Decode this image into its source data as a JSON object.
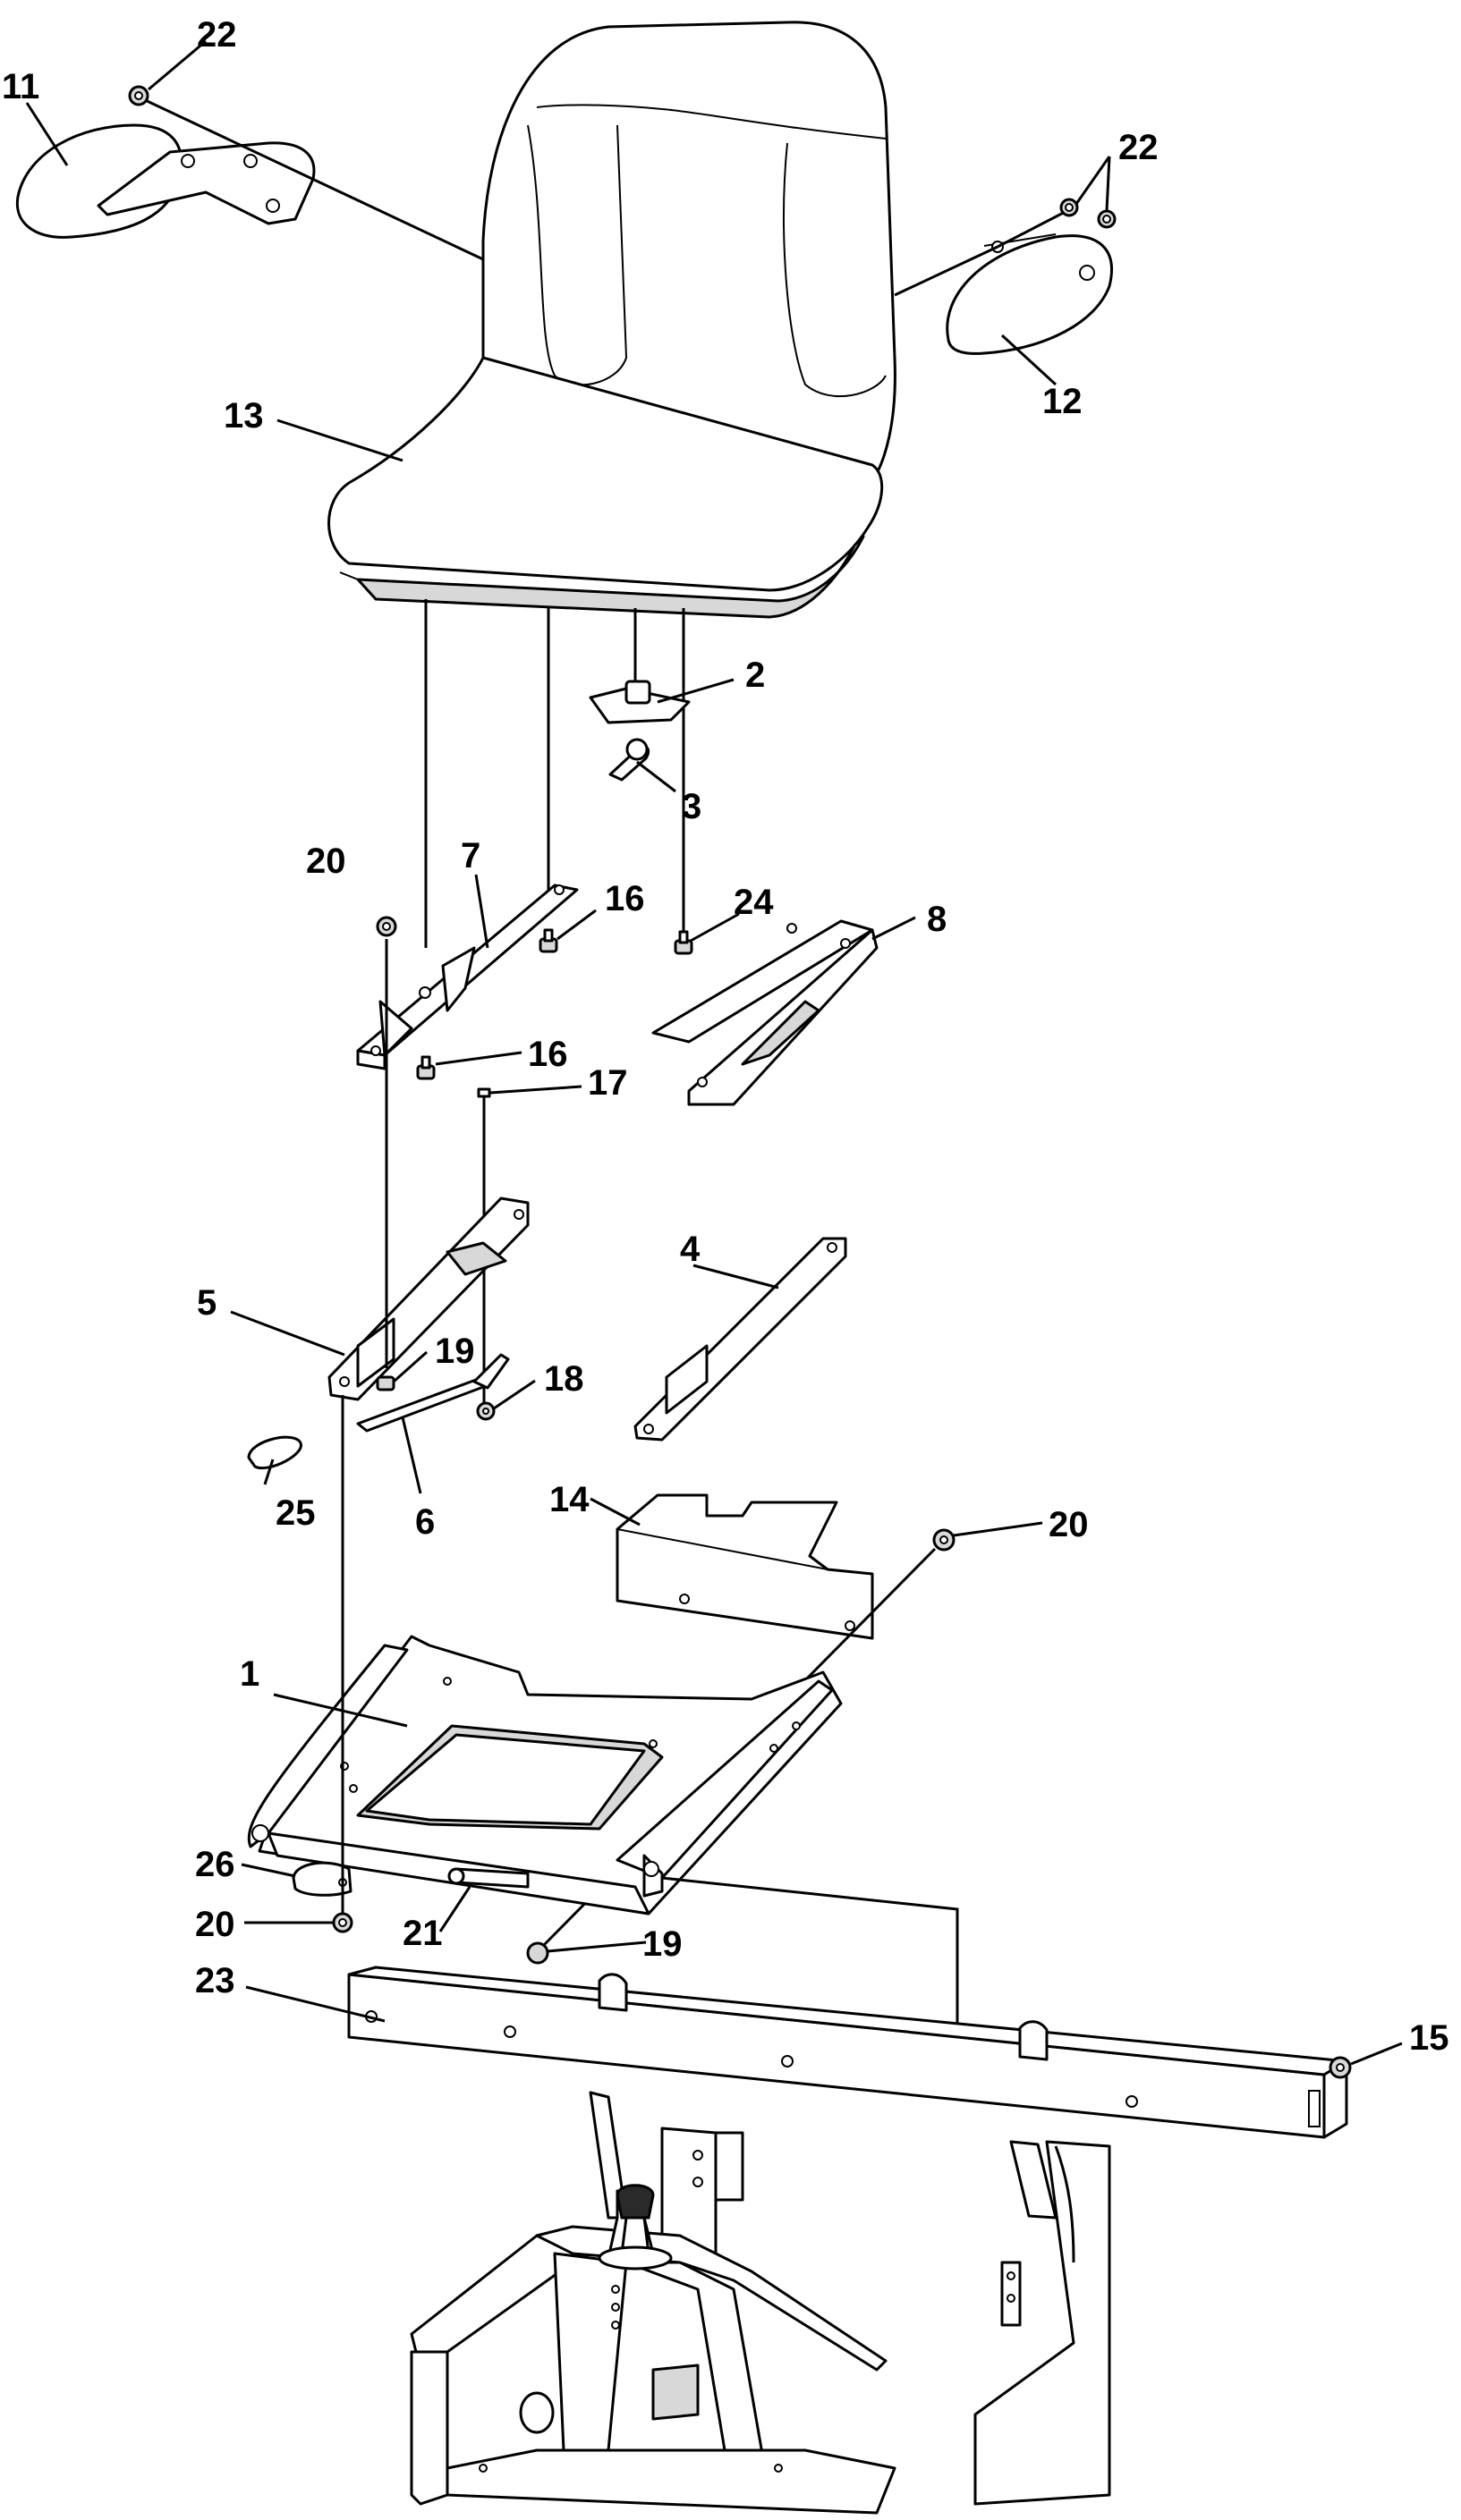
{
  "callouts": [
    {
      "id": "c1",
      "label": "1"
    },
    {
      "id": "c2",
      "label": "2"
    },
    {
      "id": "c3",
      "label": "3"
    },
    {
      "id": "c4",
      "label": "4"
    },
    {
      "id": "c5",
      "label": "5"
    },
    {
      "id": "c6",
      "label": "6"
    },
    {
      "id": "c7",
      "label": "7"
    },
    {
      "id": "c8",
      "label": "8"
    },
    {
      "id": "c11",
      "label": "11"
    },
    {
      "id": "c12",
      "label": "12"
    },
    {
      "id": "c13",
      "label": "13"
    },
    {
      "id": "c14",
      "label": "14"
    },
    {
      "id": "c15",
      "label": "15"
    },
    {
      "id": "c16a",
      "label": "16"
    },
    {
      "id": "c16b",
      "label": "16"
    },
    {
      "id": "c17",
      "label": "17"
    },
    {
      "id": "c18",
      "label": "18"
    },
    {
      "id": "c19a",
      "label": "19"
    },
    {
      "id": "c19b",
      "label": "19"
    },
    {
      "id": "c20a",
      "label": "20"
    },
    {
      "id": "c20b",
      "label": "20"
    },
    {
      "id": "c20c",
      "label": "20"
    },
    {
      "id": "c21",
      "label": "21"
    },
    {
      "id": "c22a",
      "label": "22"
    },
    {
      "id": "c22b",
      "label": "22"
    },
    {
      "id": "c23",
      "label": "23"
    },
    {
      "id": "c24",
      "label": "24"
    },
    {
      "id": "c25",
      "label": "25"
    },
    {
      "id": "c26",
      "label": "26"
    }
  ]
}
